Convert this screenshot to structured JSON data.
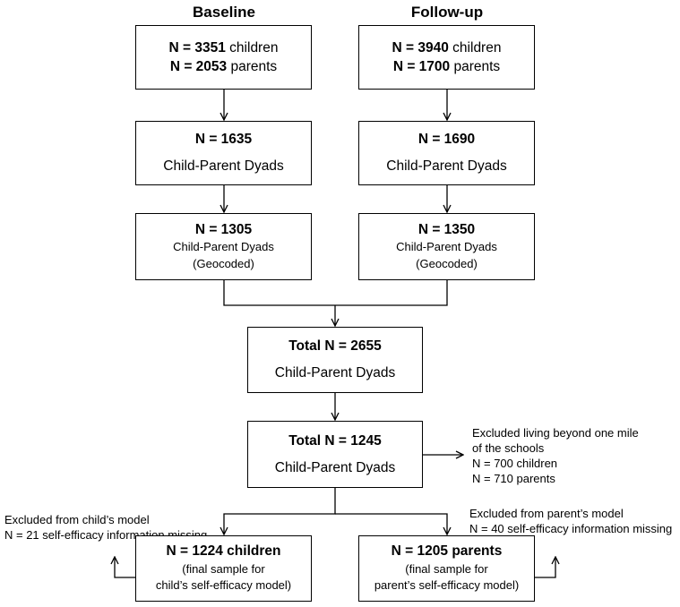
{
  "headers": {
    "baseline": "Baseline",
    "followup": "Follow-up"
  },
  "baseline": {
    "box1": {
      "n1": "N = 3351",
      "t1": " children",
      "n2": "N = 2053",
      "t2": " parents"
    },
    "box2": {
      "n": "N = 1635",
      "t": "Child-Parent Dyads"
    },
    "box3": {
      "n": "N = 1305",
      "t1": "Child-Parent Dyads",
      "t2": "(Geocoded)"
    }
  },
  "followup": {
    "box1": {
      "n1": "N = 3940",
      "t1": " children",
      "n2": "N = 1700",
      "t2": " parents"
    },
    "box2": {
      "n": "N = 1690",
      "t": "Child-Parent Dyads"
    },
    "box3": {
      "n": "N = 1350",
      "t1": "Child-Parent Dyads",
      "t2": "(Geocoded)"
    }
  },
  "total1": {
    "n": "Total N = 2655",
    "t": "Child-Parent Dyads"
  },
  "total2": {
    "n": "Total N = 1245",
    "t": "Child-Parent Dyads"
  },
  "excluded_distance": {
    "l1": "Excluded living beyond one mile",
    "l2": "of the schools",
    "l3": "N = 700 children",
    "l4": "N = 710 parents"
  },
  "excluded_child": {
    "l1": "Excluded from child’s model",
    "l2": "N = 21 self-efficacy information missing"
  },
  "excluded_parent": {
    "l1": "Excluded from parent’s model",
    "l2": "N = 40 self-efficacy information missing"
  },
  "final_child": {
    "n": "N = 1224 children",
    "t1": "(final sample for",
    "t2": "child’s self-efficacy model)"
  },
  "final_parent": {
    "n": "N = 1205 parents",
    "t1": "(final sample for",
    "t2": "parent’s self-efficacy model)"
  }
}
